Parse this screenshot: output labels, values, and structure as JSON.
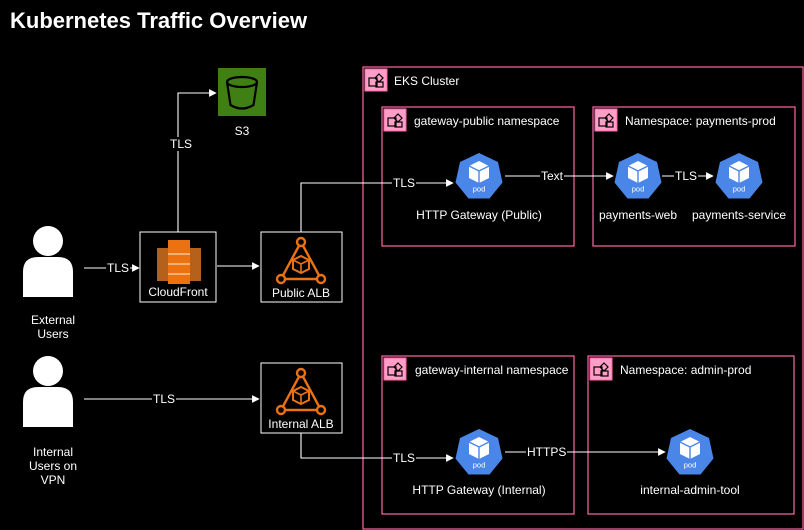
{
  "title": "Kubernetes Traffic Overview",
  "colors": {
    "background": "#000000",
    "group_border": "#ff66a8",
    "group_icon_bg": "#ff9ec7",
    "box_border": "#ffffff",
    "pod_blue": "#4a86e8",
    "s3_green": "#3f7f14",
    "aws_orange": "#ec7211",
    "lines": "#ffffff"
  },
  "groups": {
    "eks_cluster": "EKS Cluster",
    "gateway_public": "gateway-public namespace",
    "payments_prod": "Namespace: payments-prod",
    "gateway_internal": "gateway-internal namespace",
    "admin_prod": "Namespace: admin-prod"
  },
  "nodes": {
    "s3": "S3",
    "cloudfront": "CloudFront",
    "public_alb": "Public ALB",
    "internal_alb": "Internal ALB",
    "external_users": "External Users",
    "internal_users": "Internal Users on VPN",
    "http_gateway_public": "HTTP Gateway (Public)",
    "payments_web": "payments-web",
    "payments_service": "payments-service",
    "http_gateway_internal": "HTTP Gateway (Internal)",
    "internal_admin_tool": "internal-admin-tool",
    "pod_label": "pod"
  },
  "edges": {
    "ext_to_cf": "TLS",
    "cf_to_s3": "TLS",
    "alb_to_gw_public": "TLS",
    "gw_to_payments_web": "Text",
    "web_to_service": "TLS",
    "int_to_alb": "TLS",
    "alb_to_gw_internal": "TLS",
    "gw_to_admin": "HTTPS"
  },
  "icons": {
    "user": "user-silhouette-icon",
    "s3": "s3-bucket-icon",
    "cloudfront": "cloudfront-icon",
    "alb": "load-balancer-icon",
    "pod": "kubernetes-pod-icon",
    "group": "group-icon"
  }
}
